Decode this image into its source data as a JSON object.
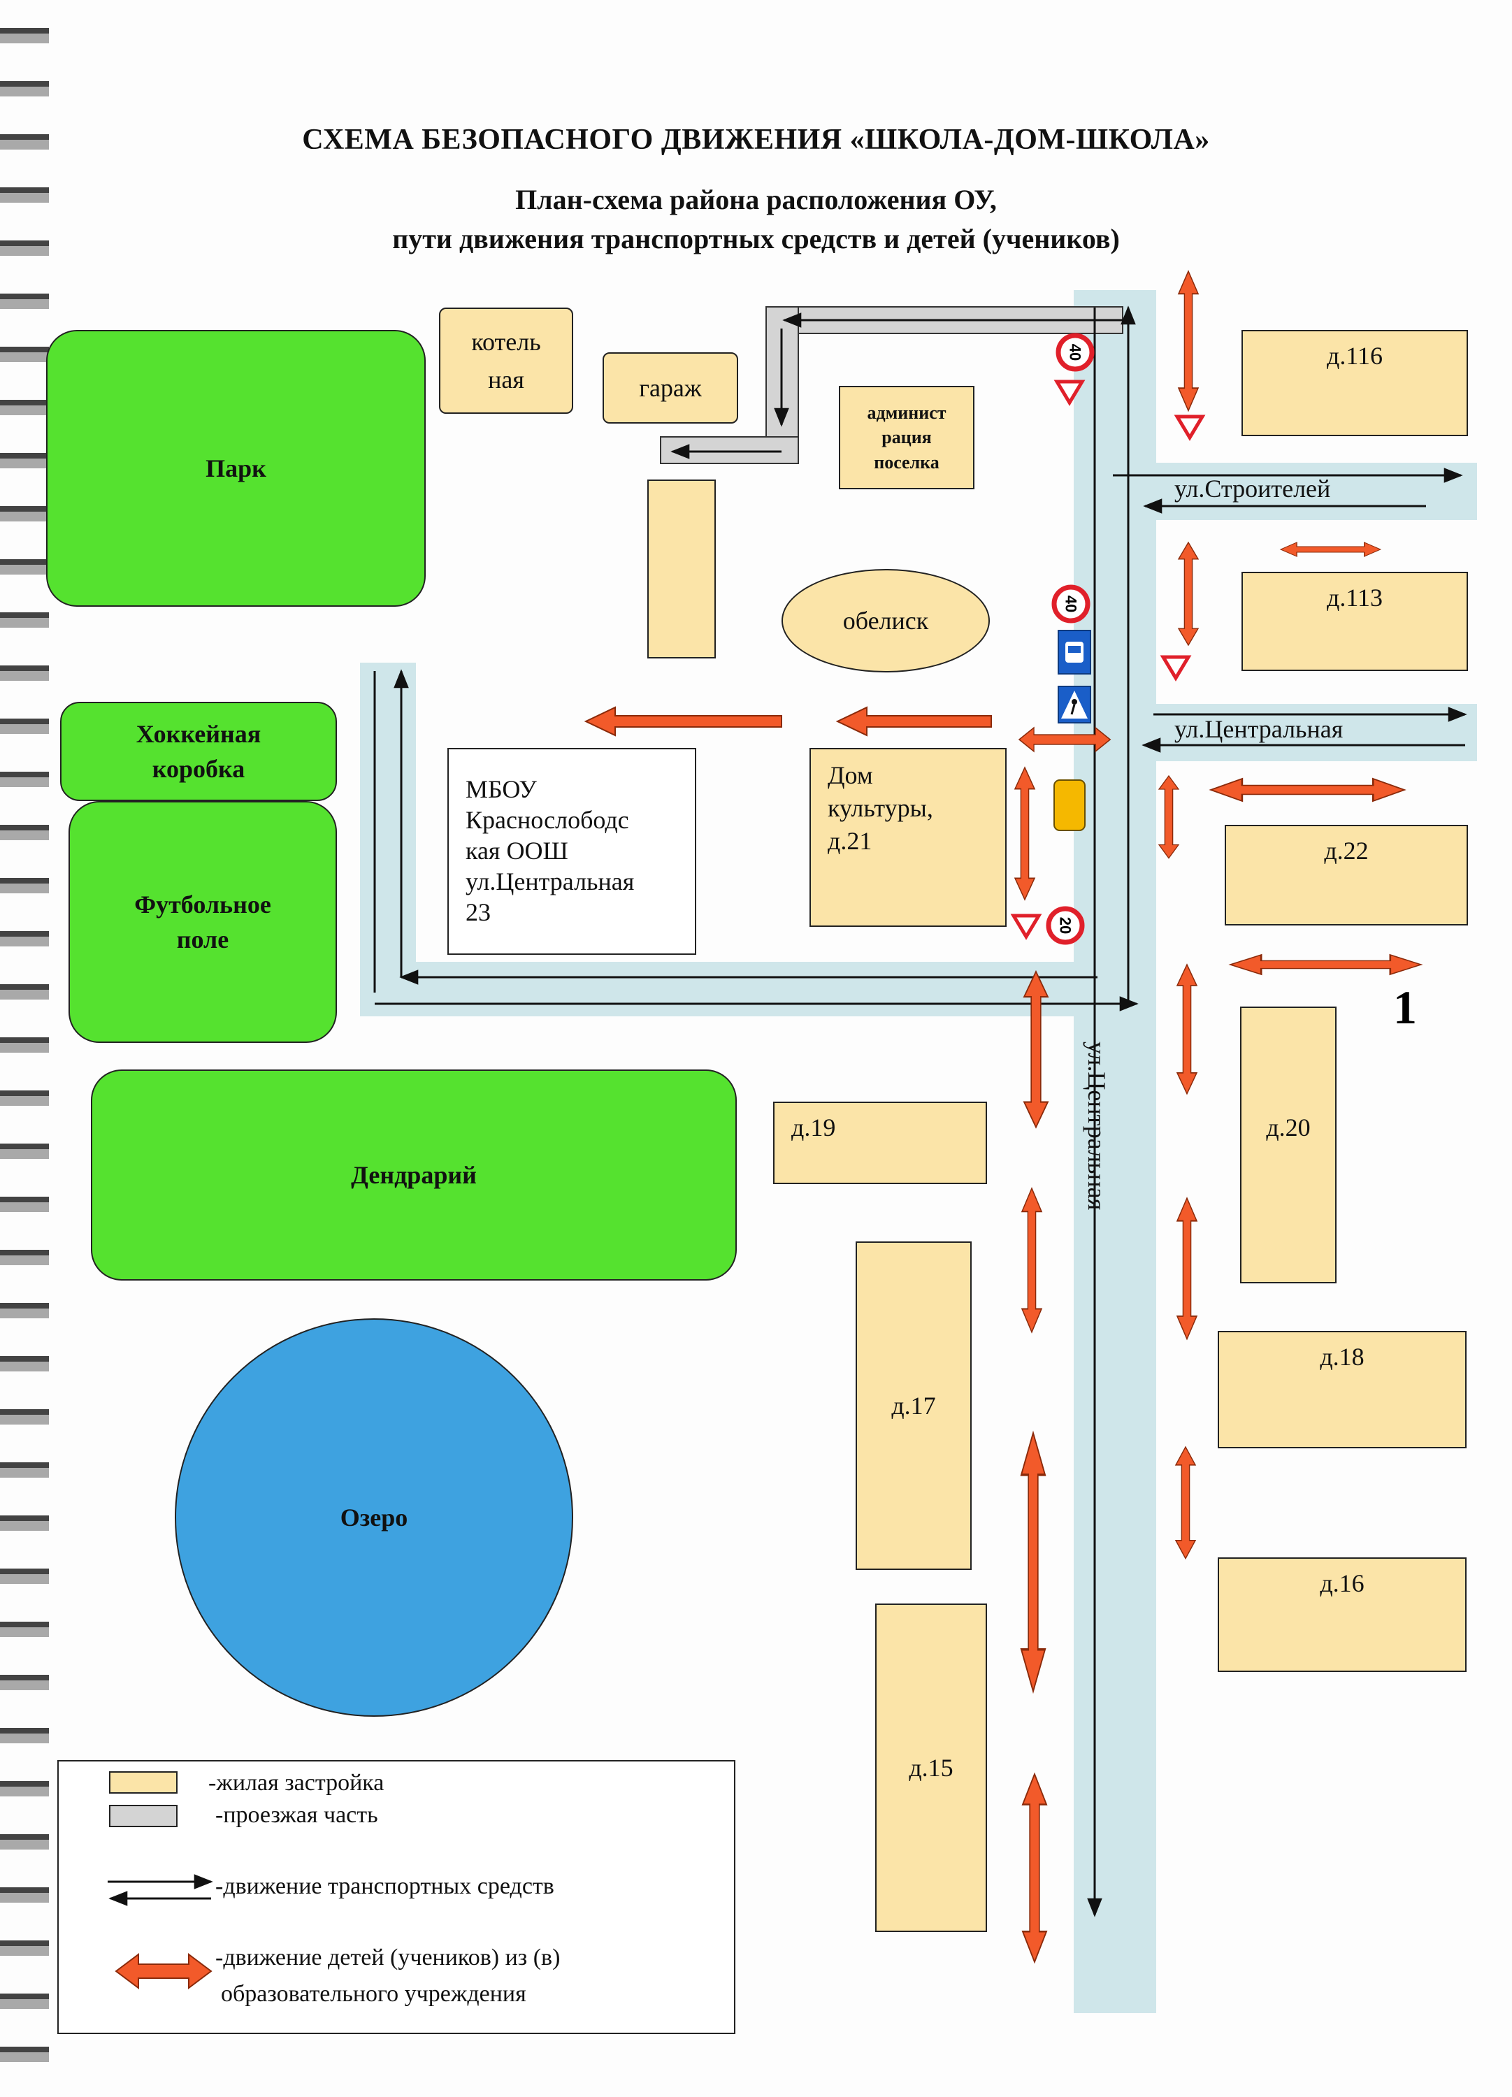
{
  "title": "СХЕМА БЕЗОПАСНОГО ДВИЖЕНИЯ «ШКОЛА-ДОМ-ШКОЛА»",
  "subtitle_line1": "План-схема района расположения ОУ,",
  "subtitle_line2": "пути движения транспортных средств и детей (учеников)",
  "areas": {
    "park": "Парк",
    "hockey_line1": "Хоккейная",
    "hockey_line2": "коробка",
    "football_line1": "Футбольное",
    "football_line2": "поле",
    "dendrarium": "Дендрарий",
    "lake": "Озеро"
  },
  "buildings": {
    "boiler_line1": "котель",
    "boiler_line2": "ная",
    "garage": "гараж",
    "admin_line1": "админист",
    "admin_line2": "рация",
    "admin_line3": "поселка",
    "obelisk": "обелиск",
    "school_line1": "МБОУ",
    "school_line2": "Краснослободс",
    "school_line3": "кая ООШ",
    "school_line4": "ул.Центральная",
    "school_line5": "23",
    "culture_line1": "Дом",
    "culture_line2": "культуры,",
    "culture_line3": "д.21",
    "d116": "д.116",
    "d113": "д.113",
    "d22": "д.22",
    "d20": "д.20",
    "d19": "д.19",
    "d18": "д.18",
    "d17": "д.17",
    "d16": "д.16",
    "d15": "д.15"
  },
  "streets": {
    "stroiteley": "ул.Строителей",
    "centralnaya_h": "ул.Центральная",
    "centralnaya_v": "ул.Центральная"
  },
  "signs": {
    "speed_40": "40",
    "speed_20": "20"
  },
  "marker": "1",
  "legend": {
    "residential": "-жилая застройка",
    "roadway": "-проезжая часть",
    "vehicles": "-движение транспортных средств",
    "children_line1": "-движение детей (учеников)  из (в)",
    "children_line2": "образовательного учреждения"
  },
  "colors": {
    "building": "#fbe4a8",
    "green_area": "#55e22f",
    "lake": "#3ea2e0",
    "road_blue": "#cfe6ea",
    "road_gray": "#d4d4d4",
    "child_arrow": "#f25a2a",
    "bus_stop": "#1a5ec8",
    "parking": "#f5b800"
  }
}
